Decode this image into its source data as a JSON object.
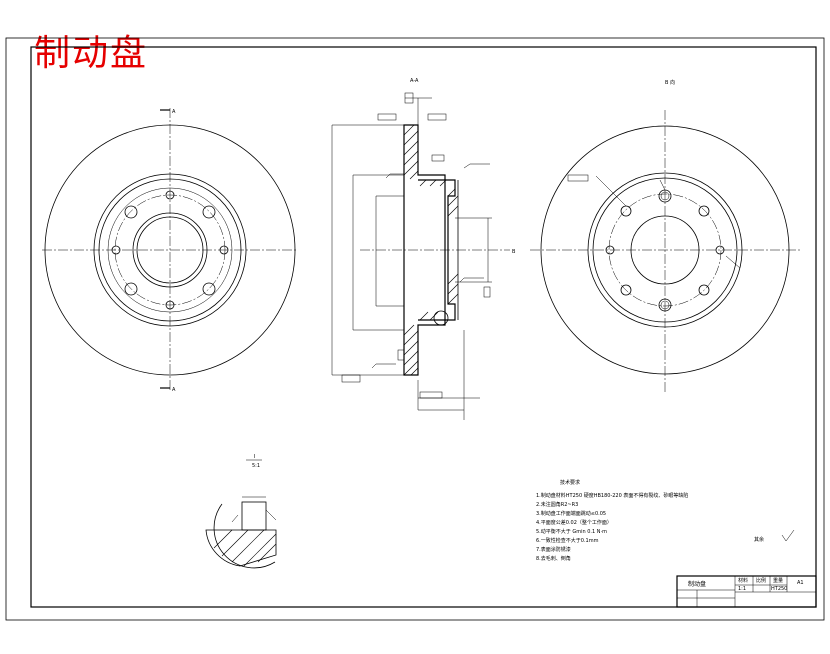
{
  "drawing": {
    "title": "制动盘",
    "sections": {
      "section_label": "A-A",
      "view_label": "B 向",
      "detail_label": "I",
      "detail_scale": "5:1",
      "marker_a": "A",
      "marker_b": "B"
    },
    "technical_requirements": {
      "heading": "技术要求",
      "lines": [
        "1.制动盘材料HT250 硬度HB180-220 表面不得有裂纹、砂眼等缺陷",
        "2.未注圆角R2~R3",
        "3.制动盘工作面端面跳动≤0.05",
        "4.平面度公差0.02（整个工作面）",
        "5.动平衡不大于 Gmin 0.1 N·m",
        "6.一致性检查不大于0.1mm",
        "7.表面涂防锈漆",
        "8.去毛刺、倒角"
      ]
    },
    "roughness_note": "其余",
    "title_block": {
      "part_name": "制动盘",
      "headers": [
        "材料",
        "比例",
        "重量",
        "A1"
      ],
      "scale_value": "1:1",
      "material": "HT250"
    }
  }
}
